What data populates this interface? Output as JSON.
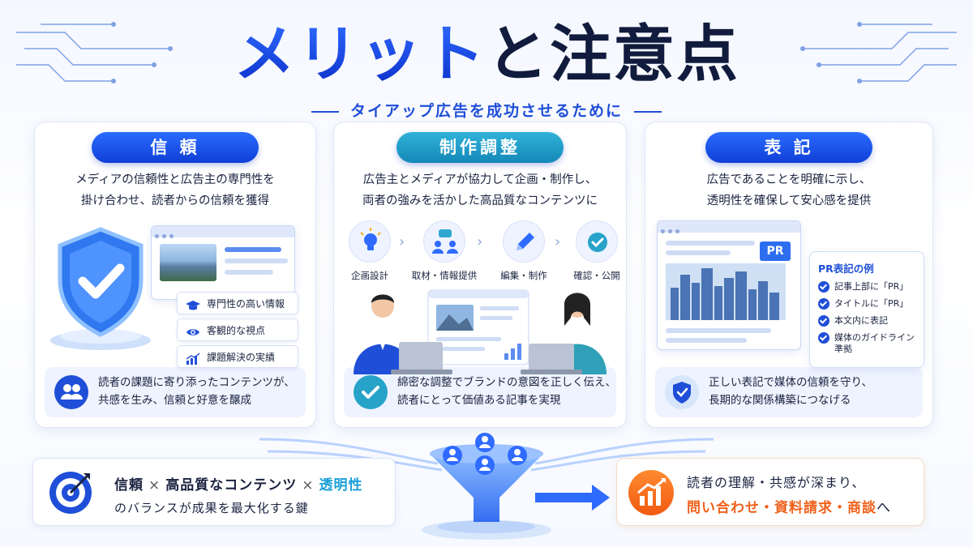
{
  "title": {
    "part1": "メリット",
    "part2": "と注意点"
  },
  "subtitle": "タイアップ広告を成功させるために",
  "cards": [
    {
      "heading": "信 頼",
      "desc_line1": "メディアの信頼性と広告主の専門性を",
      "desc_line2": "掛け合わせ、読者からの信頼を獲得",
      "features": [
        "専門性の高い情報",
        "客観的な視点",
        "課題解決の実績"
      ],
      "bottom_line1": "読者の課題に寄り添ったコンテンツが、",
      "bottom_line2": "共感を生み、信頼と好意を醸成"
    },
    {
      "heading": "制作調整",
      "desc_line1": "広告主とメディアが協力して企画・制作し、",
      "desc_line2": "両者の強みを活かした高品質なコンテンツに",
      "steps": [
        "企画設計",
        "取材・情報提供",
        "編集・制作",
        "確認・公開"
      ],
      "bottom_line1": "綿密な調整でブランドの意図を正しく伝え、",
      "bottom_line2": "読者にとって価値ある記事を実現"
    },
    {
      "heading": "表 記",
      "desc_line1": "広告であることを明確に示し、",
      "desc_line2": "透明性を確保して安心感を提供",
      "pr_tag": "PR",
      "pr_title": "PR表記の例",
      "pr_items": [
        "記事上部に「PR」",
        "タイトルに「PR」",
        "本文内に表記",
        "媒体のガイドライン\n準拠"
      ],
      "bottom_line1": "正しい表記で媒体の信頼を守り、",
      "bottom_line2": "長期的な関係構築につなげる"
    }
  ],
  "summary": {
    "w1": "信頼",
    "x": "×",
    "w2": "高品質なコンテンツ",
    "w3": "透明性",
    "line2": "のバランスが成果を最大化する鍵"
  },
  "result": {
    "line1": "読者の理解・共感が深まり、",
    "line2": "問い合わせ・資料請求・商談",
    "line2_tail": "へ"
  },
  "colors": {
    "primary": "#1f4fd8",
    "teal": "#27a3c9",
    "orange": "#f0601a"
  }
}
